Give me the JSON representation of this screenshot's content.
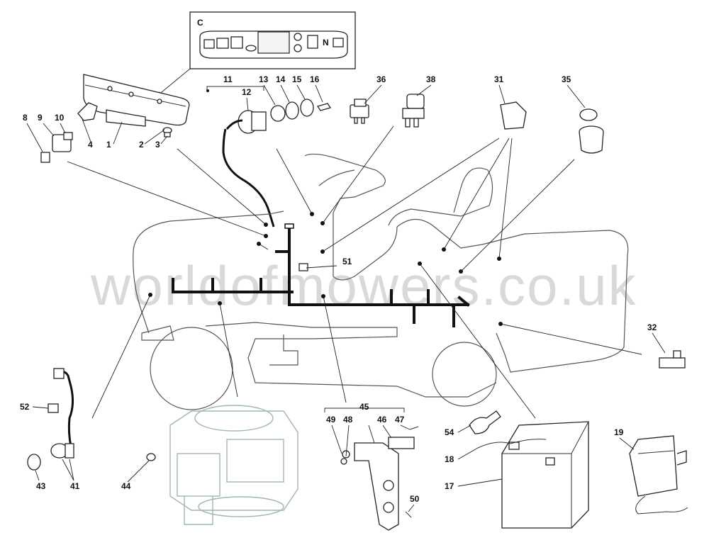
{
  "watermark": "worldofmowers.co.uk",
  "panel": {
    "letter": "C",
    "n_symbol": "N"
  },
  "callouts": [
    "1",
    "2",
    "3",
    "4",
    "8",
    "9",
    "10",
    "11",
    "12",
    "13",
    "14",
    "15",
    "16",
    "36",
    "38",
    "31",
    "35",
    "51",
    "32",
    "52",
    "41",
    "43",
    "44",
    "45",
    "49",
    "48",
    "46",
    "47",
    "50",
    "54",
    "18",
    "17",
    "19"
  ]
}
